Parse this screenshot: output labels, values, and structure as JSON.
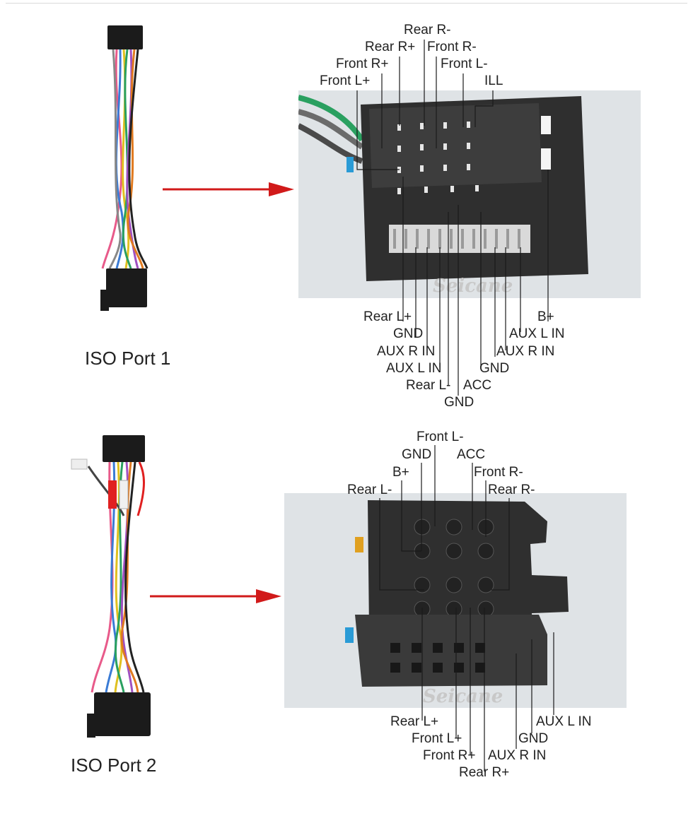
{
  "port1": {
    "caption": "ISO Port 1",
    "watermark": "Seicane",
    "labels_top": [
      "Rear R-",
      "Rear R+",
      "Front R-",
      "Front R+",
      "Front L-",
      "Front L+",
      "ILL"
    ],
    "labels_bottom": [
      "Rear L+",
      "B+",
      "GND",
      "AUX L IN",
      "AUX R IN",
      "AUX R IN",
      "AUX L IN",
      "GND",
      "Rear L-",
      "ACC",
      "GND"
    ]
  },
  "port2": {
    "caption": "ISO Port 2",
    "watermark": "Seicane",
    "labels_top": [
      "Front L-",
      "GND",
      "ACC",
      "B+",
      "Front R-",
      "Rear L-",
      "Rear R-"
    ],
    "labels_bottom": [
      "Rear L+",
      "AUX L IN",
      "Front L+",
      "GND",
      "Front R+",
      "AUX R IN",
      "Rear R+"
    ]
  },
  "colors": {
    "arrow": "#d11a1a",
    "connector": "#3a3a3a",
    "line": "#1a1a1a"
  }
}
